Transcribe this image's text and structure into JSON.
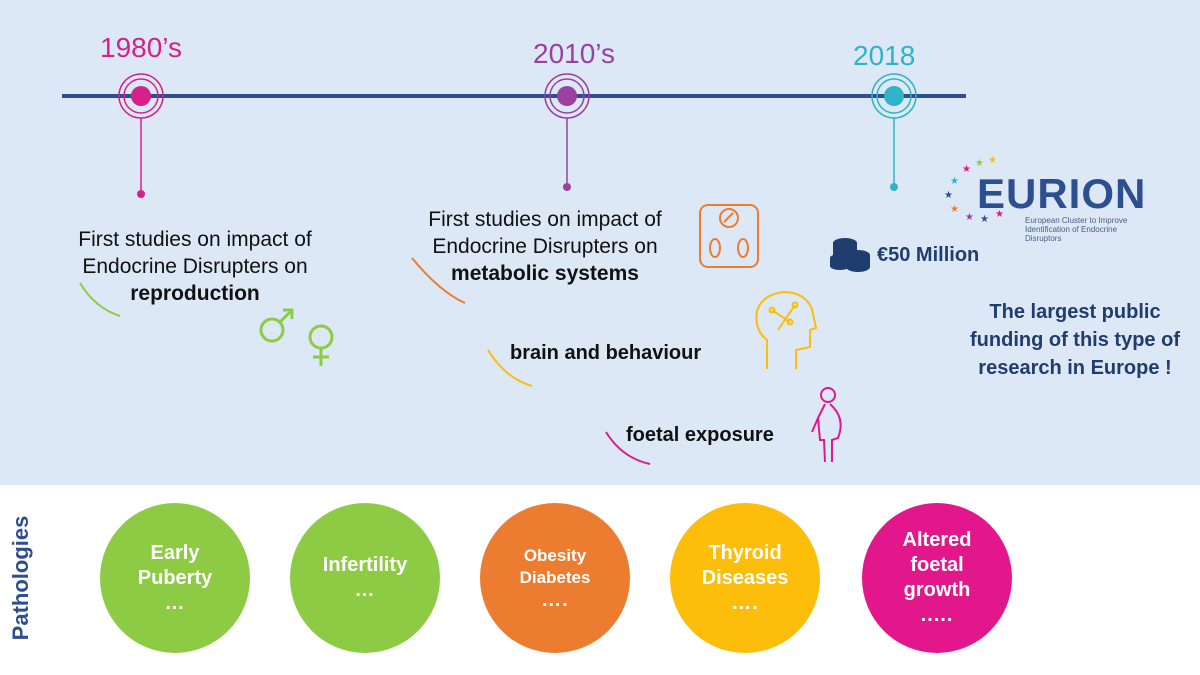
{
  "timeline": {
    "milestones": [
      {
        "year": "1980’s",
        "color": "#d6218c",
        "text": "First studies on impact of Endocrine Disrupters on",
        "topic": "reproduction"
      },
      {
        "year": "2010’s",
        "color": "#9b3fa1",
        "text": "First studies on impact of Endocrine Disrupters on",
        "topic": "metabolic systems"
      },
      {
        "year": "2018",
        "color": "#2eb3c8"
      }
    ],
    "sub_topics": [
      "brain and behaviour",
      "foetal exposure"
    ],
    "line_color": "#2e4f8f"
  },
  "eurion": {
    "logo_text": "EURION",
    "tagline": "European Cluster to Improve Identification of Endocrine Disruptors",
    "funding": "€50 Million",
    "statement": "The largest public funding of this type of research in Europe !"
  },
  "pathologies": {
    "label": "Pathologies",
    "items": [
      {
        "l1": "Early",
        "l2": "Puberty",
        "l3": "",
        "dots": "…",
        "color": "#8ecb45"
      },
      {
        "l1": "Infertility",
        "l2": "",
        "l3": "",
        "dots": "…",
        "color": "#8ecb45"
      },
      {
        "l1": "Obesity",
        "l2": "Diabetes",
        "l3": "",
        "dots": "….",
        "color": "#ec7d30"
      },
      {
        "l1": "Thyroid",
        "l2": "Diseases",
        "l3": "",
        "dots": "….",
        "color": "#fcbd0b"
      },
      {
        "l1": "Altered",
        "l2": "foetal",
        "l3": "growth",
        "dots": ".....",
        "color": "#e2178b"
      }
    ]
  }
}
